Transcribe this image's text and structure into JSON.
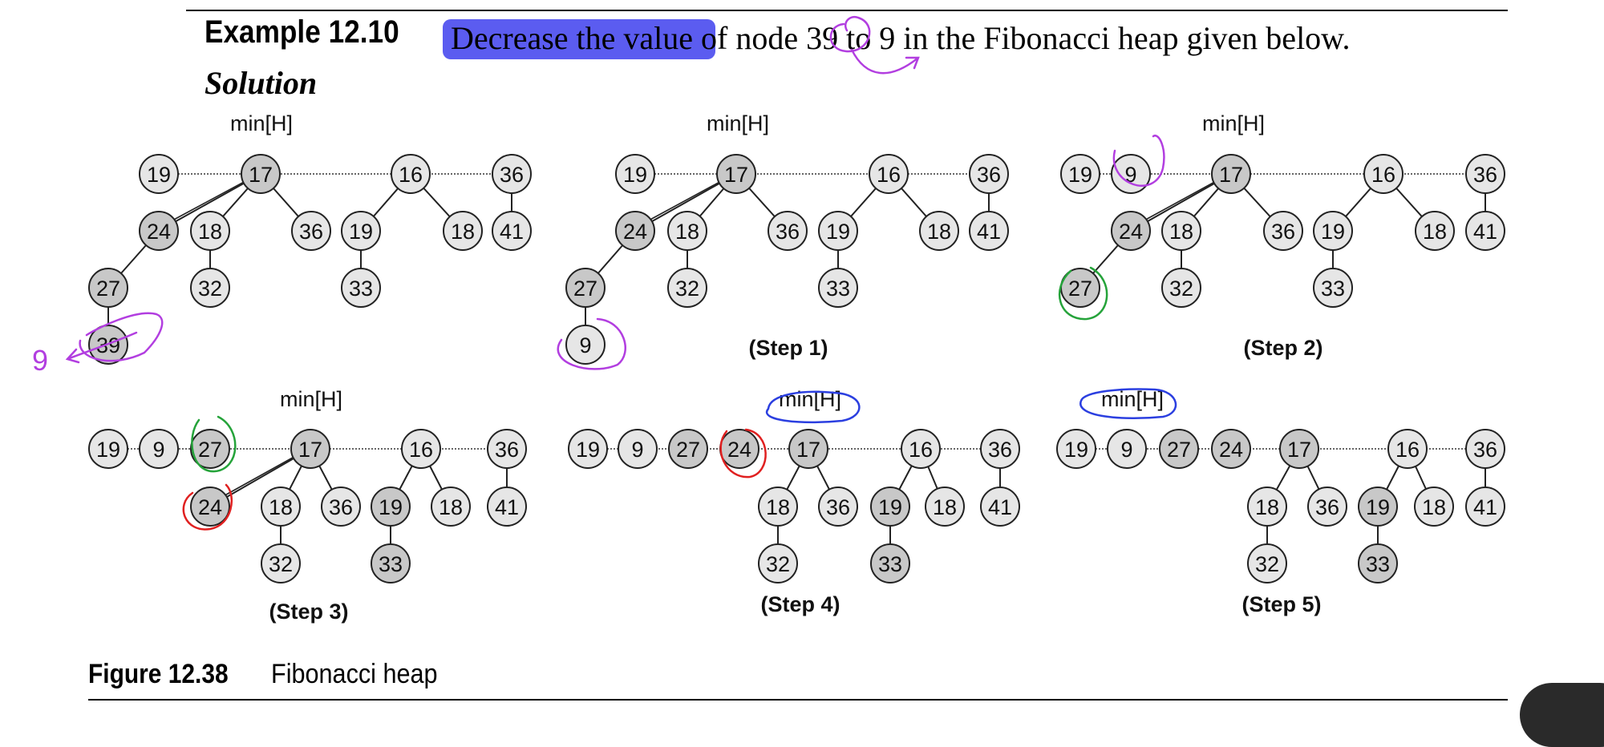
{
  "example": {
    "label": "Example 12.10",
    "highlighted_text": "Decrease the value",
    "rest_text": " of node 39 to 9 in the Fibonacci heap given below.",
    "solution_label": "Solution"
  },
  "figure": {
    "label": "Figure 12.38",
    "caption": "Fibonacci heap"
  },
  "min_label": "min[H]",
  "annotation_value": "9",
  "panels": [
    {
      "step_label": "",
      "roots": [
        "19",
        "17",
        "16",
        "36"
      ],
      "children": [
        "24",
        "18",
        "36",
        "19",
        "18",
        "41",
        "27",
        "32",
        "33",
        "39"
      ]
    },
    {
      "step_label": "(Step 1)",
      "roots": [
        "19",
        "17",
        "16",
        "36"
      ],
      "children": [
        "24",
        "18",
        "36",
        "19",
        "18",
        "41",
        "27",
        "32",
        "33",
        "9"
      ]
    },
    {
      "step_label": "(Step 2)",
      "roots": [
        "19",
        "9",
        "17",
        "16",
        "36"
      ],
      "children": [
        "24",
        "18",
        "36",
        "19",
        "18",
        "41",
        "27",
        "32",
        "33"
      ]
    },
    {
      "step_label": "(Step 3)",
      "roots": [
        "19",
        "9",
        "27",
        "17",
        "16",
        "36"
      ],
      "children": [
        "24",
        "18",
        "36",
        "19",
        "18",
        "41",
        "32",
        "33"
      ]
    },
    {
      "step_label": "(Step 4)",
      "roots": [
        "19",
        "9",
        "27",
        "24",
        "17",
        "16",
        "36"
      ],
      "children": [
        "18",
        "36",
        "19",
        "18",
        "41",
        "32",
        "33"
      ]
    },
    {
      "step_label": "(Step 5)",
      "roots": [
        "19",
        "9",
        "27",
        "24",
        "17",
        "16",
        "36"
      ],
      "children": [
        "18",
        "36",
        "19",
        "18",
        "41",
        "32",
        "33"
      ]
    }
  ],
  "colors": {
    "highlight": "#5b5cf0",
    "node_fill": "#e6e6e6",
    "node_marked_fill": "#c8c8c8",
    "annotation_purple": "#b23ee0",
    "annotation_green": "#25a33a",
    "annotation_red": "#e02020",
    "annotation_blue": "#2b3fe0"
  }
}
